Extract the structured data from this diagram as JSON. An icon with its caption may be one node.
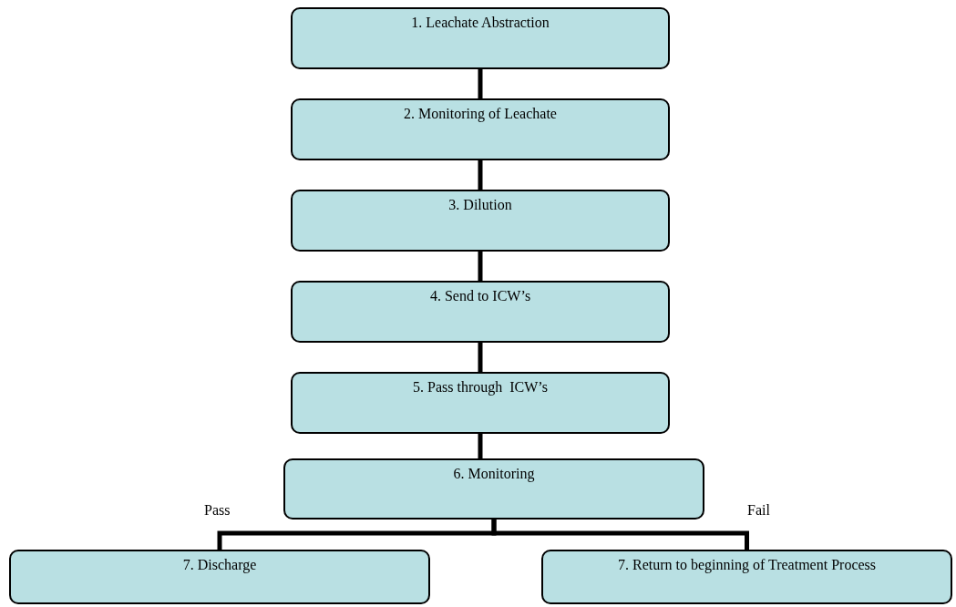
{
  "diagram": {
    "nodes": [
      {
        "text": [
          "1. Leachate Abstraction"
        ]
      },
      {
        "text": [
          "2. Monitoring of Leachate"
        ]
      },
      {
        "text": [
          "3. Dilution"
        ]
      },
      {
        "text": [
          "4. Send to ICW’s"
        ]
      },
      {
        "text": [
          "5. Pass through  ICW’s"
        ]
      },
      {
        "text": [
          "6. Monitoring"
        ]
      },
      {
        "text": [
          "7. Discharge"
        ]
      },
      {
        "text": [
          "7. Return to beginning of Treatment Process"
        ]
      }
    ],
    "edges": [
      {
        "from": 0,
        "to": 1,
        "arrow": "none"
      },
      {
        "from": 1,
        "to": 2,
        "arrow": "none"
      },
      {
        "from": 2,
        "to": 3,
        "arrow": "none"
      },
      {
        "from": 3,
        "to": 4,
        "arrow": "none"
      },
      {
        "from": 4,
        "to": 5,
        "arrow": "none"
      },
      {
        "from": 5,
        "to": 6,
        "arrow": "none",
        "label": "Pass"
      },
      {
        "from": 5,
        "to": 7,
        "arrow": "none",
        "label": "Fail"
      }
    ]
  }
}
